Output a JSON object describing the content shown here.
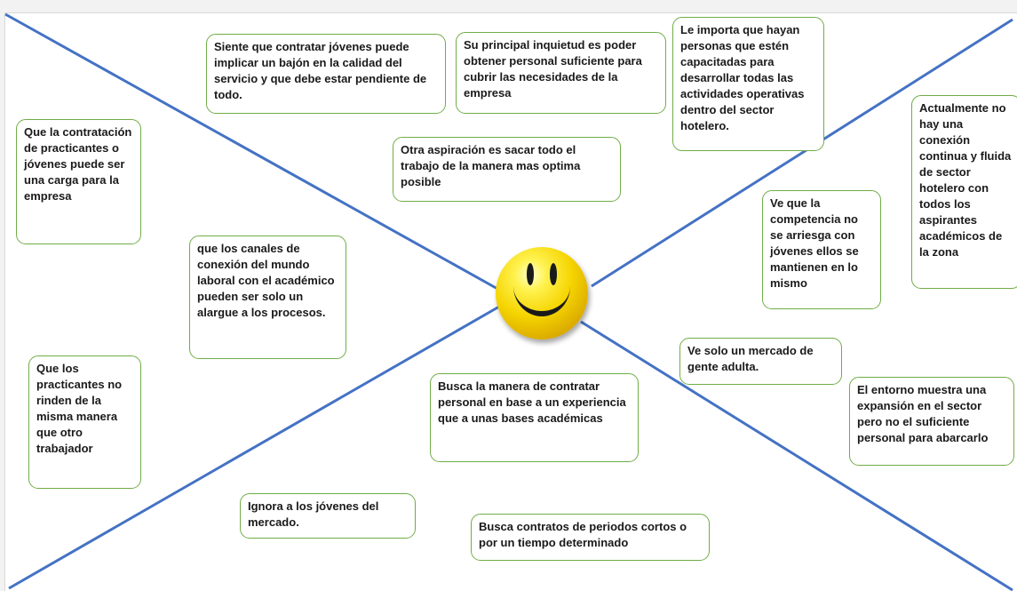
{
  "colors": {
    "axis_line": "#4472c4",
    "note_border": "#70ad47",
    "face": "#f5d400"
  },
  "center_icon": "smiley-face-icon",
  "notes": {
    "n1": "Siente que contratar jóvenes puede implicar un bajón en la calidad del servicio y que debe estar pendiente de todo.",
    "n2": "Su principal inquietud es poder obtener personal suficiente para cubrir las necesidades de la empresa",
    "n3": "Le importa que hayan personas que estén capacitadas para desarrollar todas las actividades operativas dentro del sector hotelero.",
    "n4": "Actualmente no hay una conexión continua y fluida de sector hotelero con todos los aspirantes académicos de la zona",
    "n5": "Que la contratación de practicantes o jóvenes puede ser una carga para la empresa",
    "n6": "Otra aspiración es sacar todo el trabajo de la manera mas optima posible",
    "n7": "Ve que la competencia no se arriesga con jóvenes ellos se mantienen en lo mismo",
    "n8": "que los canales de conexión del mundo laboral con el académico pueden ser solo un alargue a los procesos.",
    "n9": "Ve solo un mercado de gente adulta.",
    "n10": "Que los practicantes no rinden de la misma manera que otro trabajador",
    "n11": "Busca la manera de contratar personal en base a un experiencia que a unas bases académicas",
    "n12": "El entorno muestra una expansión en el sector pero no el suficiente personal para abarcarlo",
    "n13": "Ignora a los jóvenes del mercado.",
    "n14": "Busca contratos de periodos cortos o por un tiempo determinado"
  }
}
